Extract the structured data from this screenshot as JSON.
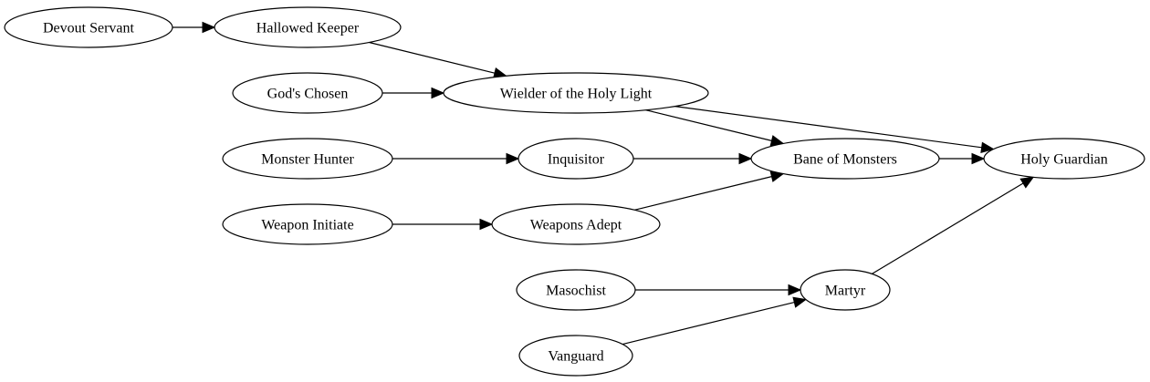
{
  "diagram": {
    "type": "directed-graph",
    "nodes": [
      {
        "id": "devout_servant",
        "label": "Devout Servant"
      },
      {
        "id": "hallowed_keeper",
        "label": "Hallowed Keeper"
      },
      {
        "id": "gods_chosen",
        "label": "God's Chosen"
      },
      {
        "id": "wielder",
        "label": "Wielder of the Holy Light"
      },
      {
        "id": "monster_hunter",
        "label": "Monster Hunter"
      },
      {
        "id": "inquisitor",
        "label": "Inquisitor"
      },
      {
        "id": "bane",
        "label": "Bane of Monsters"
      },
      {
        "id": "holy_guardian",
        "label": "Holy Guardian"
      },
      {
        "id": "weapon_initiate",
        "label": "Weapon Initiate"
      },
      {
        "id": "weapons_adept",
        "label": "Weapons Adept"
      },
      {
        "id": "masochist",
        "label": "Masochist"
      },
      {
        "id": "martyr",
        "label": "Martyr"
      },
      {
        "id": "vanguard",
        "label": "Vanguard"
      }
    ],
    "edges": [
      {
        "from": "devout_servant",
        "to": "hallowed_keeper"
      },
      {
        "from": "hallowed_keeper",
        "to": "wielder"
      },
      {
        "from": "gods_chosen",
        "to": "wielder"
      },
      {
        "from": "wielder",
        "to": "bane"
      },
      {
        "from": "wielder",
        "to": "holy_guardian"
      },
      {
        "from": "monster_hunter",
        "to": "inquisitor"
      },
      {
        "from": "inquisitor",
        "to": "bane"
      },
      {
        "from": "bane",
        "to": "holy_guardian"
      },
      {
        "from": "weapon_initiate",
        "to": "weapons_adept"
      },
      {
        "from": "weapons_adept",
        "to": "bane"
      },
      {
        "from": "masochist",
        "to": "martyr"
      },
      {
        "from": "martyr",
        "to": "holy_guardian"
      },
      {
        "from": "vanguard",
        "to": "martyr"
      }
    ]
  }
}
